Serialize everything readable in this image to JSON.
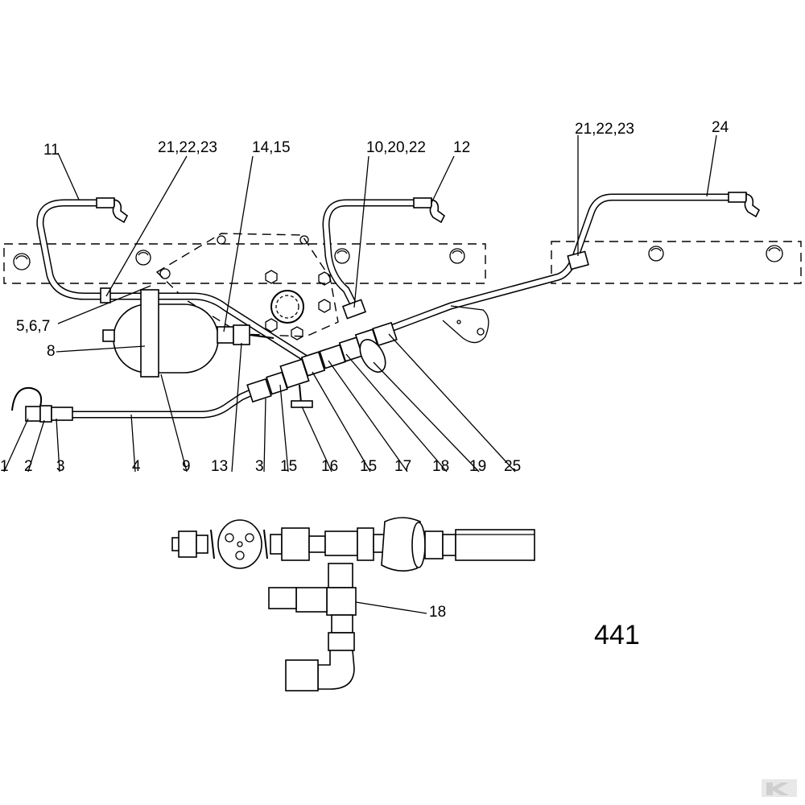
{
  "diagram": {
    "page_number": "441",
    "callouts": {
      "c11": "11",
      "c21_top_left": "21,22,23",
      "c14_15": "14,15",
      "c10_20_22": "10,20,22",
      "c12": "12",
      "c21_top_right": "21,22,23",
      "c24": "24",
      "c5_6_7": "5,6,7",
      "c8": "8",
      "c1": "1",
      "c2": "2",
      "c3_left": "3",
      "c4": "4",
      "c9": "9",
      "c13": "13",
      "c3_mid": "3",
      "c15_a": "15",
      "c16": "16",
      "c15_b": "15",
      "c17": "17",
      "c18": "18",
      "c19": "19",
      "c25": "25",
      "c18_detail": "18"
    }
  }
}
